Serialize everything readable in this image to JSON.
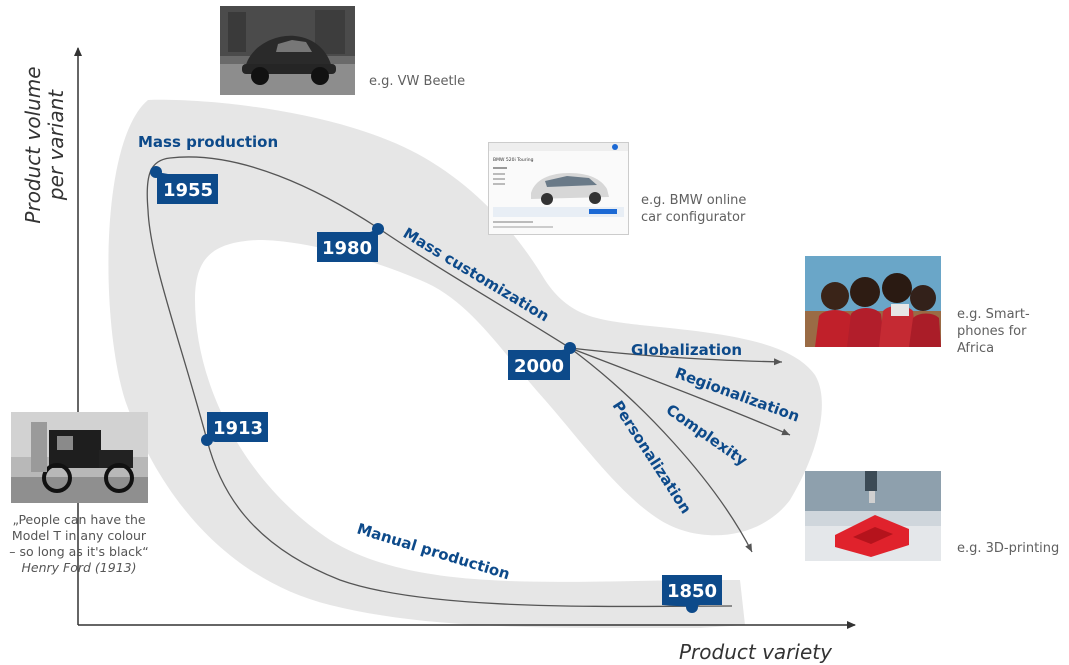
{
  "axes": {
    "y_label_line1": "Product volume",
    "y_label_line2": "per variant",
    "x_label": "Product variety"
  },
  "years": {
    "y1955": "1955",
    "y1980": "1980",
    "y2000": "2000",
    "y1913": "1913",
    "y1850": "1850"
  },
  "phases": {
    "mass_production": "Mass production",
    "mass_customization": "Mass customization",
    "manual_production": "Manual production",
    "globalization": "Globalization",
    "regionalization": "Regionalization",
    "complexity": "Complexity",
    "personalization": "Personalization"
  },
  "examples": {
    "vw": "e.g. VW Beetle",
    "bmw_line1": "e.g. BMW online",
    "bmw_line2": "car configurator",
    "africa_line1": "e.g. Smart-",
    "africa_line2": "phones for",
    "africa_line3": "Africa",
    "printing": "e.g. 3D-printing"
  },
  "bmw_screen": {
    "title": "BMW 520i Touring"
  },
  "quote": {
    "line1": "„People can have the",
    "line2": "Model T in any colour",
    "line3": "– so long as it's black“",
    "author": "Henry Ford (1913)"
  },
  "colors": {
    "brand_blue": "#0d4a8a",
    "band_gray": "#e6e6e6",
    "curve": "#555555"
  }
}
